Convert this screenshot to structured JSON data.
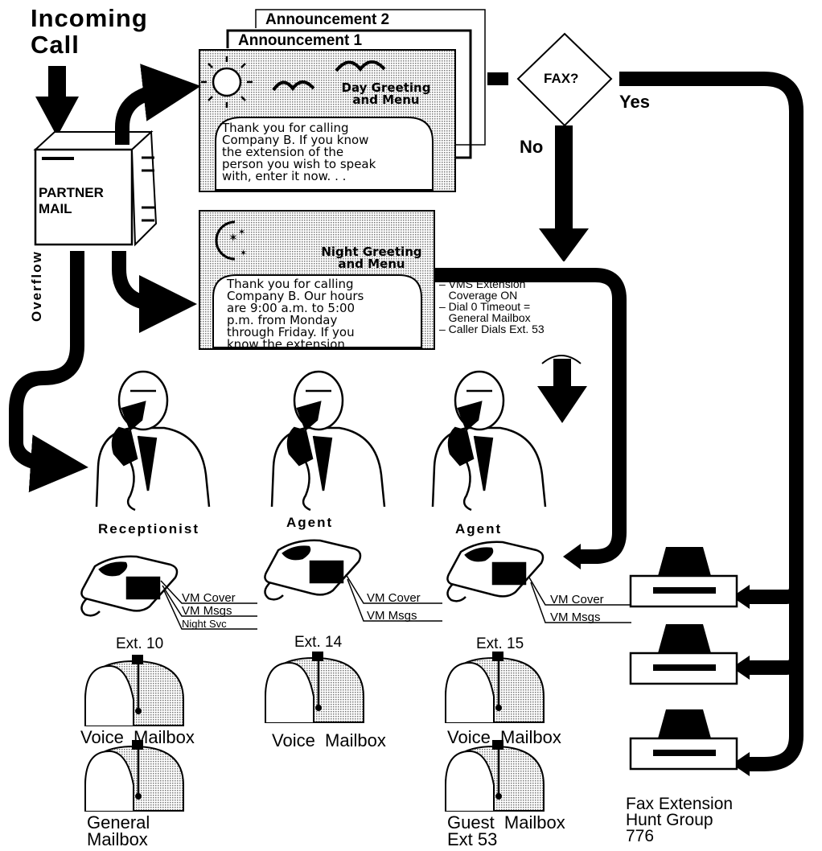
{
  "incoming_call": "Incoming Call",
  "partner_mail": {
    "line1": "PARTNER",
    "line2": "MAIL"
  },
  "overflow": "Overflow",
  "announcement_1": "Announcement 1",
  "announcement_2": "Announcement 2",
  "day_greeting": {
    "title": "Day Greeting\nand Menu",
    "text": "Thank you for calling\nCompany B. If you know\nthe extension of the\nperson you wish to speak\nwith, enter it now. . ."
  },
  "night_greeting": {
    "title": "Night Greeting\nand Menu",
    "text": "Thank you for calling\nCompany B. Our hours\nare 9:00 a.m. to 5:00\np.m. from Monday\nthrough Friday. If you\nknow the extension. . ."
  },
  "fax_decision": {
    "question": "FAX?",
    "yes": "Yes",
    "no": "No"
  },
  "night_notes": {
    "line1": "– VMS Extension",
    "line2": "   Coverage ON",
    "line3": "– Dial 0 Timeout =",
    "line4": "   General Mailbox",
    "line5": "– Caller Dials Ext. 53"
  },
  "people": {
    "receptionist": "Receptionist",
    "agent_1": "Agent",
    "agent_2": "Agent"
  },
  "extensions": {
    "ext10": {
      "label": "Ext. 10",
      "cover": "VM Cover",
      "msgs": "VM Msgs",
      "night": "Night Svc"
    },
    "ext14": {
      "label": "Ext. 14",
      "cover": "VM Cover",
      "msgs": "VM Msgs"
    },
    "ext15": {
      "label": "Ext. 15",
      "cover": "VM Cover",
      "msgs": "VM Msgs"
    }
  },
  "mailboxes": {
    "voice_10": "Voice  Mailbox",
    "voice_14": "Voice  Mailbox",
    "voice_15": "Voice  Mailbox",
    "general": "General\nMailbox",
    "guest": "Guest  Mailbox\nExt 53"
  },
  "fax_group": "Fax Extension\nHunt Group\n776",
  "colors": {
    "ink": "#000000",
    "screen": "#d6d6d6",
    "paper": "#ffffff"
  },
  "icons": [
    "sun-icon",
    "bird-icon",
    "moon-icon",
    "star-icon",
    "telephone-icon",
    "mailbox-icon",
    "fax-machine-icon",
    "person-on-phone-icon",
    "book-icon"
  ]
}
